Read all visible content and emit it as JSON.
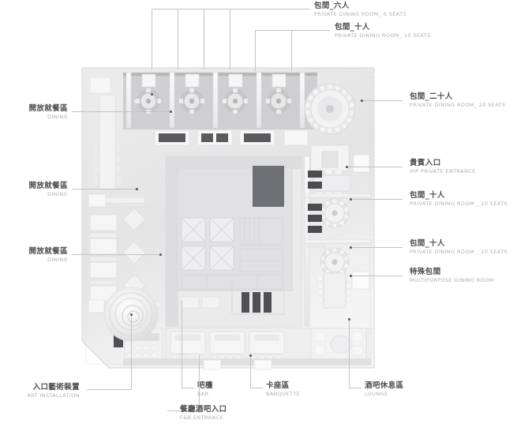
{
  "diagram": {
    "type": "architectural-floor-plan",
    "title": "Restaurant Floor Plan",
    "palette": {
      "background": "#ffffff",
      "plan_light": "#f2f2f3",
      "plan_mid": "#dedede",
      "plan_dark": "#9b9b9e",
      "plan_accent": "#6f7073",
      "leader_line": "#c3c3c5",
      "label_cn": "#4d4d4f",
      "label_en": "#aeaeb0"
    }
  },
  "annotations": {
    "top": [
      {
        "id": "pdr-6",
        "cn": "包間_六人",
        "en": "PRIVATE DINING ROOM_ 6 SEATS"
      },
      {
        "id": "pdr-10-top",
        "cn": "包間_十人",
        "en": "PRIVATE DINING ROOM_ 10 SEATS"
      }
    ],
    "right": [
      {
        "id": "pdr-20",
        "cn": "包間_二十人",
        "en": "PRIVATE DINING ROOM_ 20 SEATS"
      },
      {
        "id": "vip-entrance",
        "cn": "貴賓入口",
        "en": "VIP PRIVATE ENTRANCE"
      },
      {
        "id": "pdr-10-a",
        "cn": "包間_十人",
        "en": "PRIVATE DINING ROOM _ 10 SEATS"
      },
      {
        "id": "pdr-10-b",
        "cn": "包間_十人",
        "en": "PRIVATE DINING ROOM _ 10 SEATS"
      },
      {
        "id": "multipurpose",
        "cn": "特殊包間",
        "en": "MULTIPURPOSE DINING ROOM"
      }
    ],
    "left": [
      {
        "id": "dining-1",
        "cn": "開放就餐區",
        "en": "DINING"
      },
      {
        "id": "dining-2",
        "cn": "開放就餐區",
        "en": "DINING"
      },
      {
        "id": "dining-3",
        "cn": "開放就餐區",
        "en": "DINING"
      }
    ],
    "bottom": [
      {
        "id": "art-installation",
        "cn": "入口藝術裝置",
        "en": "ART INSTALLATION"
      },
      {
        "id": "bar",
        "cn": "吧檯",
        "en": "BAR"
      },
      {
        "id": "fb-entrance",
        "cn": "餐廳酒吧入口",
        "en": "F&B ENTRANCE"
      },
      {
        "id": "banquette",
        "cn": "卡座區",
        "en": "BANQUETTE"
      },
      {
        "id": "lounge",
        "cn": "酒吧休息區",
        "en": "LOUNGE"
      }
    ]
  }
}
